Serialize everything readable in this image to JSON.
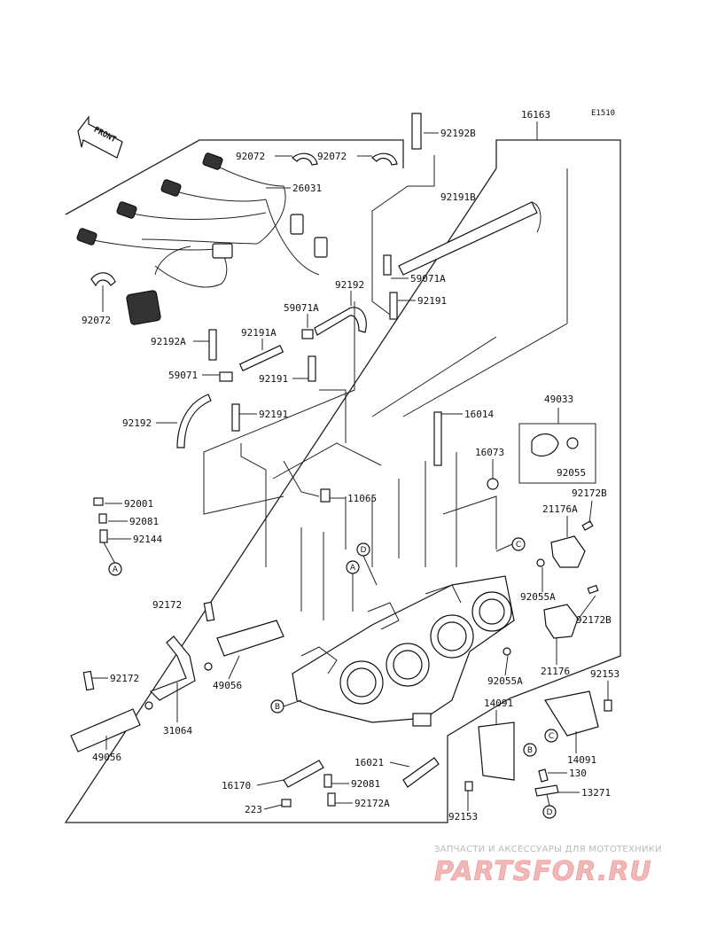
{
  "diagram_code": "E1510",
  "front_label": "FRONT",
  "part_numbers": {
    "p16163": "16163",
    "p92192b": "92192B",
    "p92072a": "92072",
    "p92072b": "92072",
    "p92072c": "92072",
    "p26031": "26031",
    "p92191b": "92191B",
    "p59071a_top": "59071A",
    "p92191_top": "92191",
    "p92192_mid": "92192",
    "p59071a_mid": "59071A",
    "p92192a": "92192A",
    "p92191a": "92191A",
    "p59071": "59071",
    "p92191_mid": "92191",
    "p92191_low": "92191",
    "p92192_low": "92192",
    "p16014": "16014",
    "p49033": "49033",
    "p16073": "16073",
    "p92055": "92055",
    "p92001": "92001",
    "p92081_left": "92081",
    "p92144": "92144",
    "p11065": "11065",
    "p92172b_top": "92172B",
    "p21176a": "21176A",
    "p92172_top": "92172",
    "p92055a_top": "92055A",
    "p92172b_mid": "92172B",
    "p92172_left": "92172",
    "p49056_mid": "49056",
    "p31064": "31064",
    "p21176": "21176",
    "p92055a_low": "92055A",
    "p92153_right": "92153",
    "p14091_top": "14091",
    "p49056_left": "49056",
    "p14091_low": "14091",
    "p16021": "16021",
    "p130": "130",
    "p16170": "16170",
    "p92081_low": "92081",
    "p13271": "13271",
    "p223": "223",
    "p92172a": "92172A",
    "p92153_low": "92153"
  },
  "ref_markers": {
    "a1": "A",
    "a2": "A",
    "b1": "B",
    "b2": "B",
    "c1": "C",
    "c2": "C",
    "d1": "D",
    "d2": "D"
  },
  "watermark": {
    "caption": "ЗАПЧАСТИ И АКСЕССУАРЫ ДЛЯ МОТОТЕХНИКИ",
    "logo": "PARTSFOR.RU"
  }
}
